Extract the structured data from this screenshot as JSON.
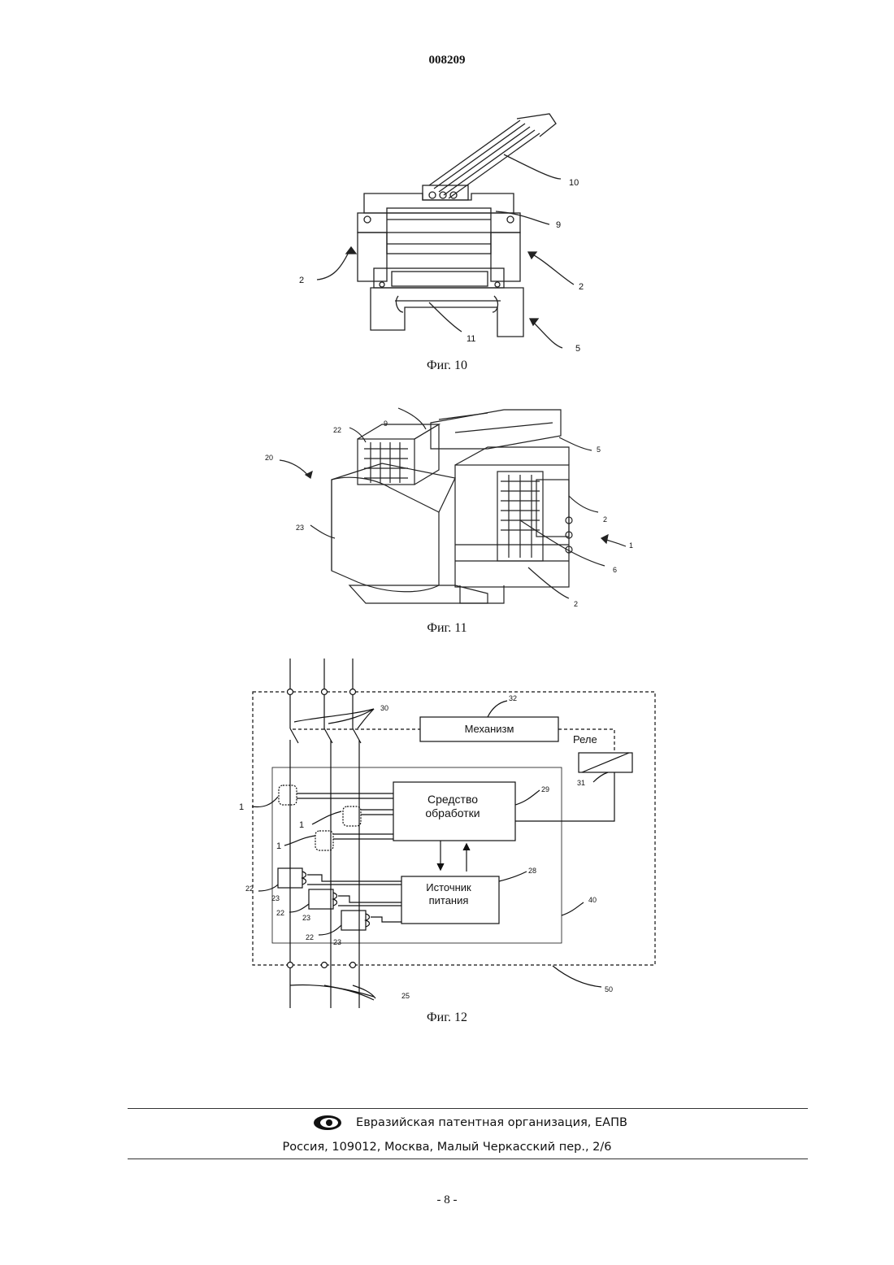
{
  "header": {
    "doc_number": "008209"
  },
  "fig10": {
    "caption": "Фиг. 10",
    "labels": {
      "l10": "10",
      "l9": "9",
      "l2_left": "2",
      "l2_right": "2",
      "l11": "11",
      "l5": "5"
    }
  },
  "fig11": {
    "caption": "Фиг. 11",
    "labels": {
      "l22": "22",
      "l9": "9",
      "l5": "5",
      "l20": "20",
      "l23": "23",
      "l2_top": "2",
      "l1": "1",
      "l6": "6",
      "l2_bottom": "2"
    }
  },
  "fig12": {
    "caption": "Фиг. 12",
    "boxes": {
      "mechanism": "Механизм",
      "relay": "Реле",
      "processing_line1": "Средство",
      "processing_line2": "обработки",
      "power_line1": "Источник",
      "power_line2": "питания"
    },
    "labels": {
      "l32": "32",
      "l30": "30",
      "l31": "31",
      "l29": "29",
      "l28": "28",
      "l40": "40",
      "l50": "50",
      "l25": "25",
      "l1a": "1",
      "l1b": "1",
      "l1c": "1",
      "l22a": "22",
      "l22b": "22",
      "l22c": "22",
      "l23a": "23",
      "l23b": "23",
      "l23c": "23"
    }
  },
  "footer": {
    "org": "Евразийская патентная организация, ЕАПВ",
    "address": "Россия, 109012, Москва, Малый Черкасский пер., 2/6"
  },
  "page_number": "- 8 -"
}
